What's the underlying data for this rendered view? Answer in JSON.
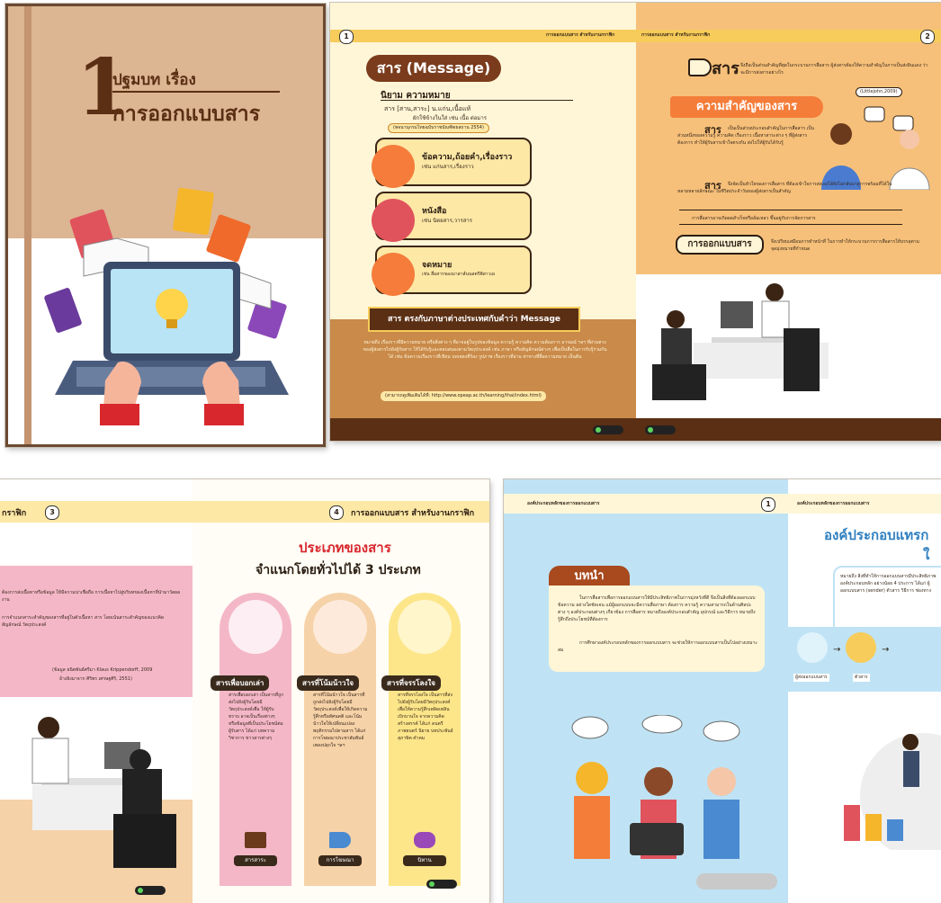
{
  "cover": {
    "number": "1",
    "line1": "ปฐมบท เรื่อง",
    "line2": "การออกแบบสาร"
  },
  "spread1": {
    "left_page_num": "1",
    "right_page_num": "2",
    "header_left": "การออกแบบสาร สำหรับงานกราฟิก",
    "header_right": "การออกแบบสาร สำหรับงานกราฟิก",
    "title_pill": "สาร (Message)",
    "definition_heading": "นิยาม ความหมาย",
    "definition_line1": "สาร [สาน,สาระ] น.แก่น,เนื้อแท้",
    "definition_line2": "ผักใช้ข้างในใส่ เช่น เนื้อ ต่อมาร",
    "definition_source": "(พจนานุกรมไทยฉบับราชบัณฑิตยสถาน 2554)",
    "items": [
      {
        "title": "ข้อความ,ถ้อยคำ,เรื่องราว",
        "desc": "เช่น แก่นสาร,เรื่องราว"
      },
      {
        "title": "หนังสือ",
        "desc": "เช่น นิตยสาร,วารสาร"
      },
      {
        "title": "จดหมาย",
        "desc": "เช่น สื่อสารของมาสาส์นนสตรีพิสาวเผ"
      }
    ],
    "banner": "สาร ตรงกับภาษาต่างประเทศกับคำว่า Message",
    "paragraph": "หมายถึง เรื่องราวที่มีความหมาย หรือสิ่งต่าง ๆ ที่อาจอยู่ในรูปของข้อมูล ความรู้ ความคิด ความต้องการ อารมณ์ ฯลฯ ที่ผ่านทางของผู้ส่งสารไปยังผู้รับสาร ให้ได้รับรู้และตอบสนองตามวัตถุประสงค์ เช่น ภาษา หรือสัญลักษณ์ต่างๆ เพื่อเป็นสื่อในการรับรู้ร่วมกันได้ เช่น ข้อความเรื่องราวที่เขียน บทเพลงที่ร้อง รูปภาพ เรื่องราวที่อ่าน ท่าทางที่สื่อความหมาย เป็นต้น",
    "link": "(สามารถดูเพิ่มเติมได้ที่: http://www.opeap.ac.th/learning/thai/index.html)",
    "right_title": "สาร",
    "right_intro": "จึงถือเป็นส่วนสำคัญที่สุดในกระบวนการสื่อสาร ผู้ส่งสารต้องให้ความสำคัญในการเป็นส่งอินแดง ว่าจะมีการส่งสารอย่างไร",
    "right_source": "(Littlejohn,2009)",
    "importance_heading": "ความสำคัญของสาร",
    "p1_lead": "สาร",
    "p1": "เป็นเป็นส่วนประกอบสำคัญในการสื่อสาร เป็นส่วนหนึ่งของความรู้ ความคิด เรื่องราว เนื้อหาสาระต่าง ๆ ที่ผู้ส่งสารต้องการ ทำให้ผู้รับสารเข้าใจตรงกัน ส่งไปให้ผู้รับได้รับรู้",
    "p2_lead": "สาร",
    "p2": "จึงจัดเป็นหัวใจของการสื่อสาร ที่ต้องเข้าใจการส่งเองได้ยังไม่กลับมาสู่การพร้อมที่ได้ในหลายหลายลักษณะ ในชีวิตประจำวันของผู้ส่งสารเป็นสำคัญ",
    "underline_note": "การสื่อสารอาจเกิดผลสำเร็จหรือล้มเหลว ขึ้นอยู่กับการจัดการสาร",
    "design_pill": "การออกแบบสาร",
    "design_text": "จึงเปรียบเสมือนการทำหน้าที่ ในการทำให้กระบวนการการสื่อสารให้บรรลุตามจุดมุ่งหมายที่กำหนด"
  },
  "spread2": {
    "left_header": "กราฟิก",
    "left_page_num": "3",
    "right_page_num": "4",
    "right_header": "การออกแบบสาร สำหรับงานกราฟิก",
    "left_text1": "ต้องการส่งเนื้อหาหรือข้อมูล ให้มีความน่าเชื่อถือ การเนื้อหาไปสู่บริบทของเนื้อหาที่นำมาวัดผลงาน",
    "left_text2": "การจำแนกสาระสำคัญของสารที่อยู่ในตัวเนื้อหา สาร โดยเน้นสาระสำคัญของแนวคิด สัญลักษณ์ วัตถุประสงค์",
    "left_citation1": "(ข้อมูล ธนิตพันธ์ศรีมา Klaus Krippendorff, 2009",
    "left_citation2": "อ้างอิงมาจาก ศิริพร เศรษฐศิริ, 2551)",
    "title_red": "ประเภทของสาร",
    "title_black": "จำแนกโดยทั่วไปได้ 3 ประเภท",
    "columns": [
      {
        "head": "สารเพื่อบอกเล่า",
        "body": "สารเพื่อบอกเล่า เป็นสารที่ถูกส่งไปยังผู้รับโดยมีวัตถุประสงค์เพื่อ ให้ผู้รับทราบ อาจเป็นเรื่องต่างๆ หรือข้อมูลที่เป็นประโยชน์ต่อผู้รับสาร ได้แก่ บทความวิชาการ ข่าวสารต่างๆ",
        "foot": "สารสาระ"
      },
      {
        "head": "สารที่โน้มน้าวใจ",
        "body": "สารที่โน้มน้าวใจ เป็นสารที่ถูกส่งไปยังผู้รับโดยมีวัตถุประสงค์เพื่อให้เกิดความรู้สึกหรือทัศนคติ และโน้มน้าวใจให้เปลี่ยนแปลงพฤติกรรมไปตามสาร ได้แก่ การโฆษณาประชาสัมพันธ์ เพลงปลุกใจ ฯลฯ",
        "foot": "การโฆษณา"
      },
      {
        "head": "สารที่จรรโลงใจ",
        "body": "สารที่จรรโลงใจ เป็นสารที่ส่งไปยังผู้รับโดยมีวัตถุประสงค์ เพื่อให้ความรู้สึกเพลิดเพลินเบิกบานใจ จากความคิดสร้างสรรค์ ได้แก่ ดนตรี ภาพยนตร์ นิยาย บทประพันธ์ สุภาษิต คำคม",
        "foot": "นิทาน"
      }
    ]
  },
  "spread3": {
    "left_header": "องค์ประกอบหลักของการออกแบบสาร",
    "left_page_num": "1",
    "right_header": "องค์ประกอบหลักของการออกแบบสาร",
    "intro_pill": "บทนำ",
    "intro_text1": "ในการสื่อสารเพื่อการออกแบบสารให้มีประสิทธิภาพในการมุ่งหวังที่ดี จึงเป็นสิ่งที่ต้องออกแบบข้อความ อย่างใดชัดเจน แม้ผู้ออกแบบจะมีความสื่อภาษา ต้องการ ความรู้ ความสามารถในด้านศิลปะต่าง ๆ องค์ประกอบต่างๆ เกี่ยวข้อง การสื่อสาร หมายถึงองค์ประกอบสำคัญ อุปกรณ์ และวิธีการ หมายถึงรู้สึกถึงประโยชน์ที่ต้องการ",
    "intro_text2": "การศึกษาองค์ประกอบหลักของการออกแบบสาร จะช่วยให้การออกแบบสารเป็นไปอย่างเหมาะสม",
    "right_title": "องค์ประกอบแทรก",
    "right_title2": "ใ",
    "right_text": "หมายถึง สิ่งที่ทำให้การออกแบบสารมีประสิทธิภาพ องค์ประกอบหลัก อย่างน้อย 4 ประการ ได้แก่ ผู้ออกแบบสาร (sender) ตัวสาร วิธีการ ช่องทาง",
    "flow_labels": [
      "ผู้ส่งออกแบบสาร",
      "ตัวสาร"
    ]
  },
  "colors": {
    "tan": "#dcb592",
    "brown": "#5a2f14",
    "orange": "#f47d3a",
    "cream": "#fff6d8",
    "yellow": "#f7cc5a",
    "pink": "#f4b7c8",
    "peach": "#f6d2a8",
    "sky": "#bfe3f4",
    "red": "#d9272e"
  }
}
